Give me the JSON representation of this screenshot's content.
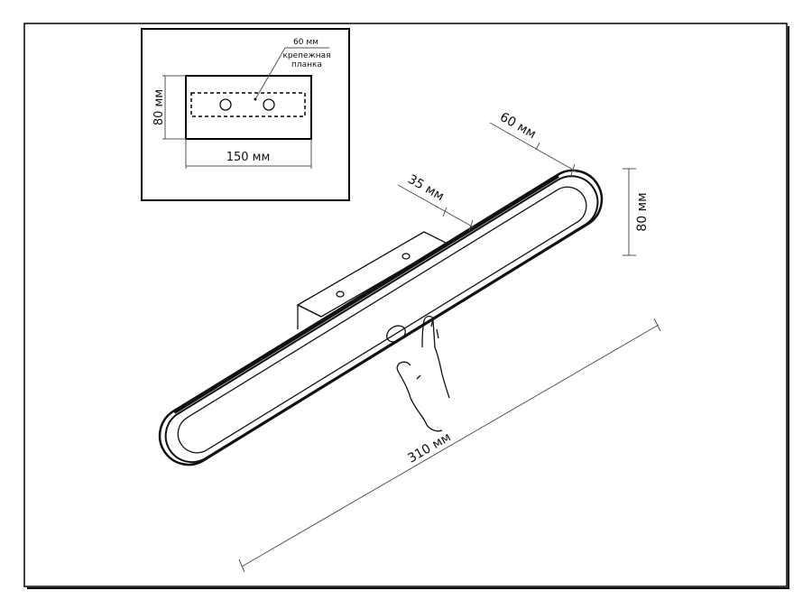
{
  "inset": {
    "label_strip_width": "60 мм",
    "label_mount": "крепежная",
    "label_mount_2": "планка",
    "label_height": "80 мм",
    "label_width": "150 мм"
  },
  "dimensions": {
    "depth": "60 мм",
    "thickness": "35 мм",
    "height": "80 мм",
    "length": "310 мм"
  },
  "colors": {
    "line": "#111111",
    "dim_line": "#555555",
    "frame": "#000000"
  }
}
